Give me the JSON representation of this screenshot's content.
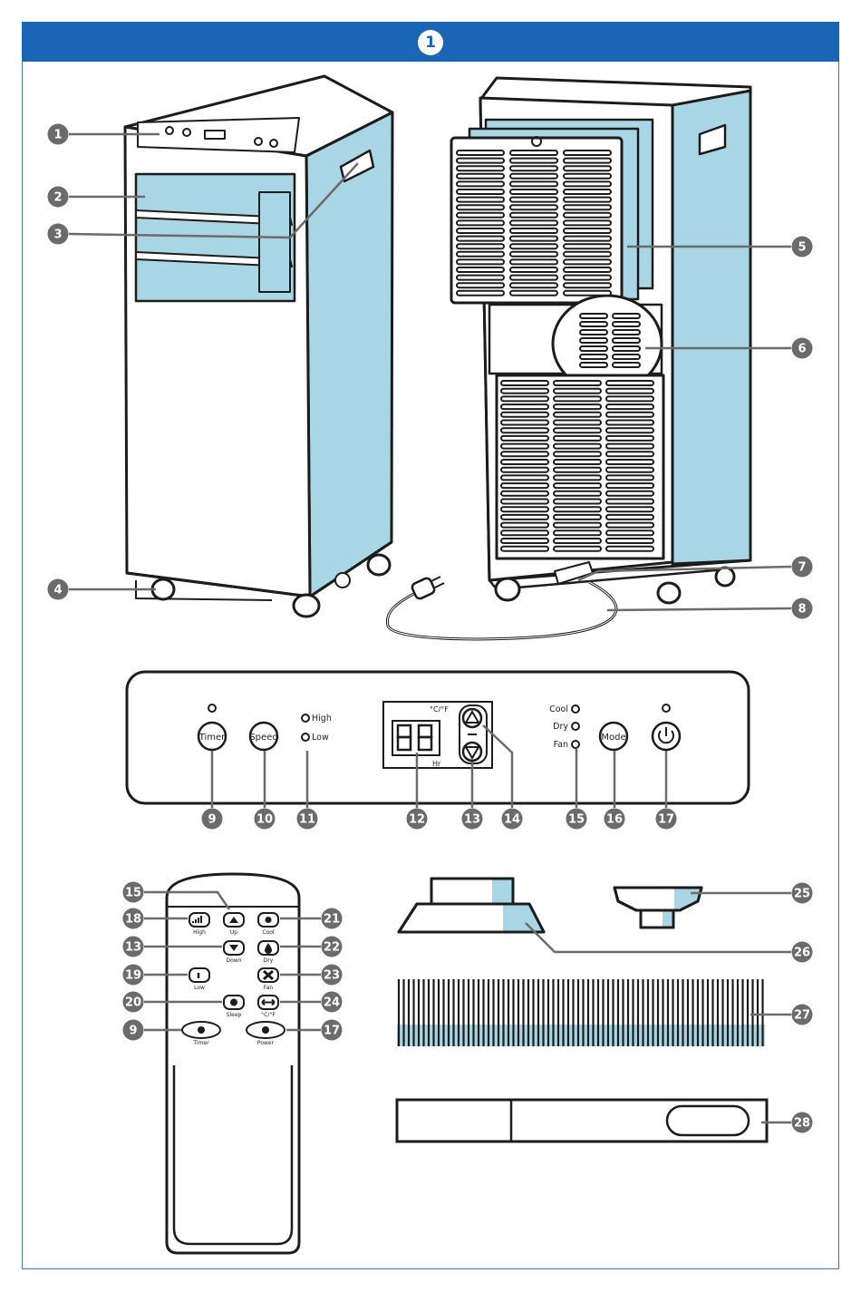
{
  "figure_number": "1",
  "colors": {
    "header": "#1a66b5",
    "accent": "#a9d6e5",
    "callout": "#6b6b6b",
    "line": "#1c1c1c"
  },
  "control_panel": {
    "speed_levels": [
      "High",
      "Low"
    ],
    "display_unit": "°C/°F",
    "display_hr": "Hr",
    "modes": [
      "Cool",
      "Dry",
      "Fan"
    ],
    "buttons": {
      "timer": "Timer",
      "speed": "Speed",
      "mode": "Mode"
    }
  },
  "remote": {
    "high": "High",
    "up": "Up",
    "cool": "Cool",
    "down": "Down",
    "dry": "Dry",
    "low": "Low",
    "fan": "Fan",
    "sleep": "Sleep",
    "unit": "°C/°F",
    "timer": "Timer",
    "power": "Power"
  },
  "callouts": [
    "1",
    "2",
    "3",
    "4",
    "5",
    "6",
    "7",
    "8",
    "9",
    "10",
    "11",
    "12",
    "13",
    "14",
    "15",
    "16",
    "17",
    "15",
    "18",
    "21",
    "13",
    "22",
    "19",
    "23",
    "20",
    "24",
    "9",
    "17",
    "25",
    "26",
    "27",
    "28"
  ]
}
